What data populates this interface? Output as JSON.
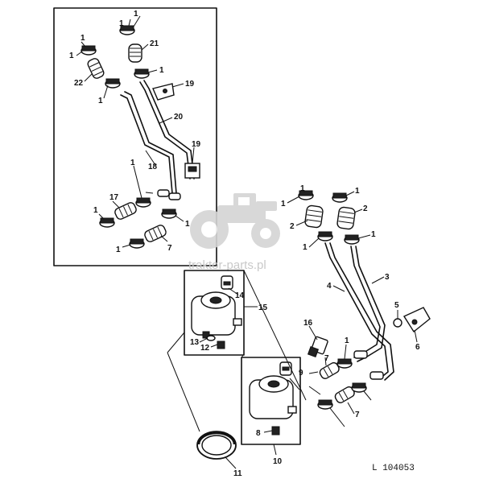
{
  "figure_code": "L 104053",
  "watermark": "traktor-parts.pl",
  "callouts": {
    "c1a": "1",
    "c1b": "1",
    "c1c": "1",
    "c1d": "1",
    "c1e": "1",
    "c1f": "1",
    "c1g": "1",
    "c1h": "1",
    "c1i": "1",
    "c1j": "1",
    "c1k": "1",
    "c1l": "1",
    "c1m": "1",
    "c1n": "1",
    "c1o": "1",
    "c1p": "1",
    "c2a": "2",
    "c2b": "2",
    "c3": "3",
    "c4": "4",
    "c5": "5",
    "c6": "6",
    "c7a": "7",
    "c7b": "7",
    "c7c": "7",
    "c8": "8",
    "c9": "9",
    "c10": "10",
    "c11": "11",
    "c12": "12",
    "c13": "13",
    "c14": "14",
    "c15": "15",
    "c16": "16",
    "c17": "17",
    "c18": "18",
    "c19a": "19",
    "c19b": "19",
    "c20": "20",
    "c21": "21",
    "c22": "22"
  }
}
